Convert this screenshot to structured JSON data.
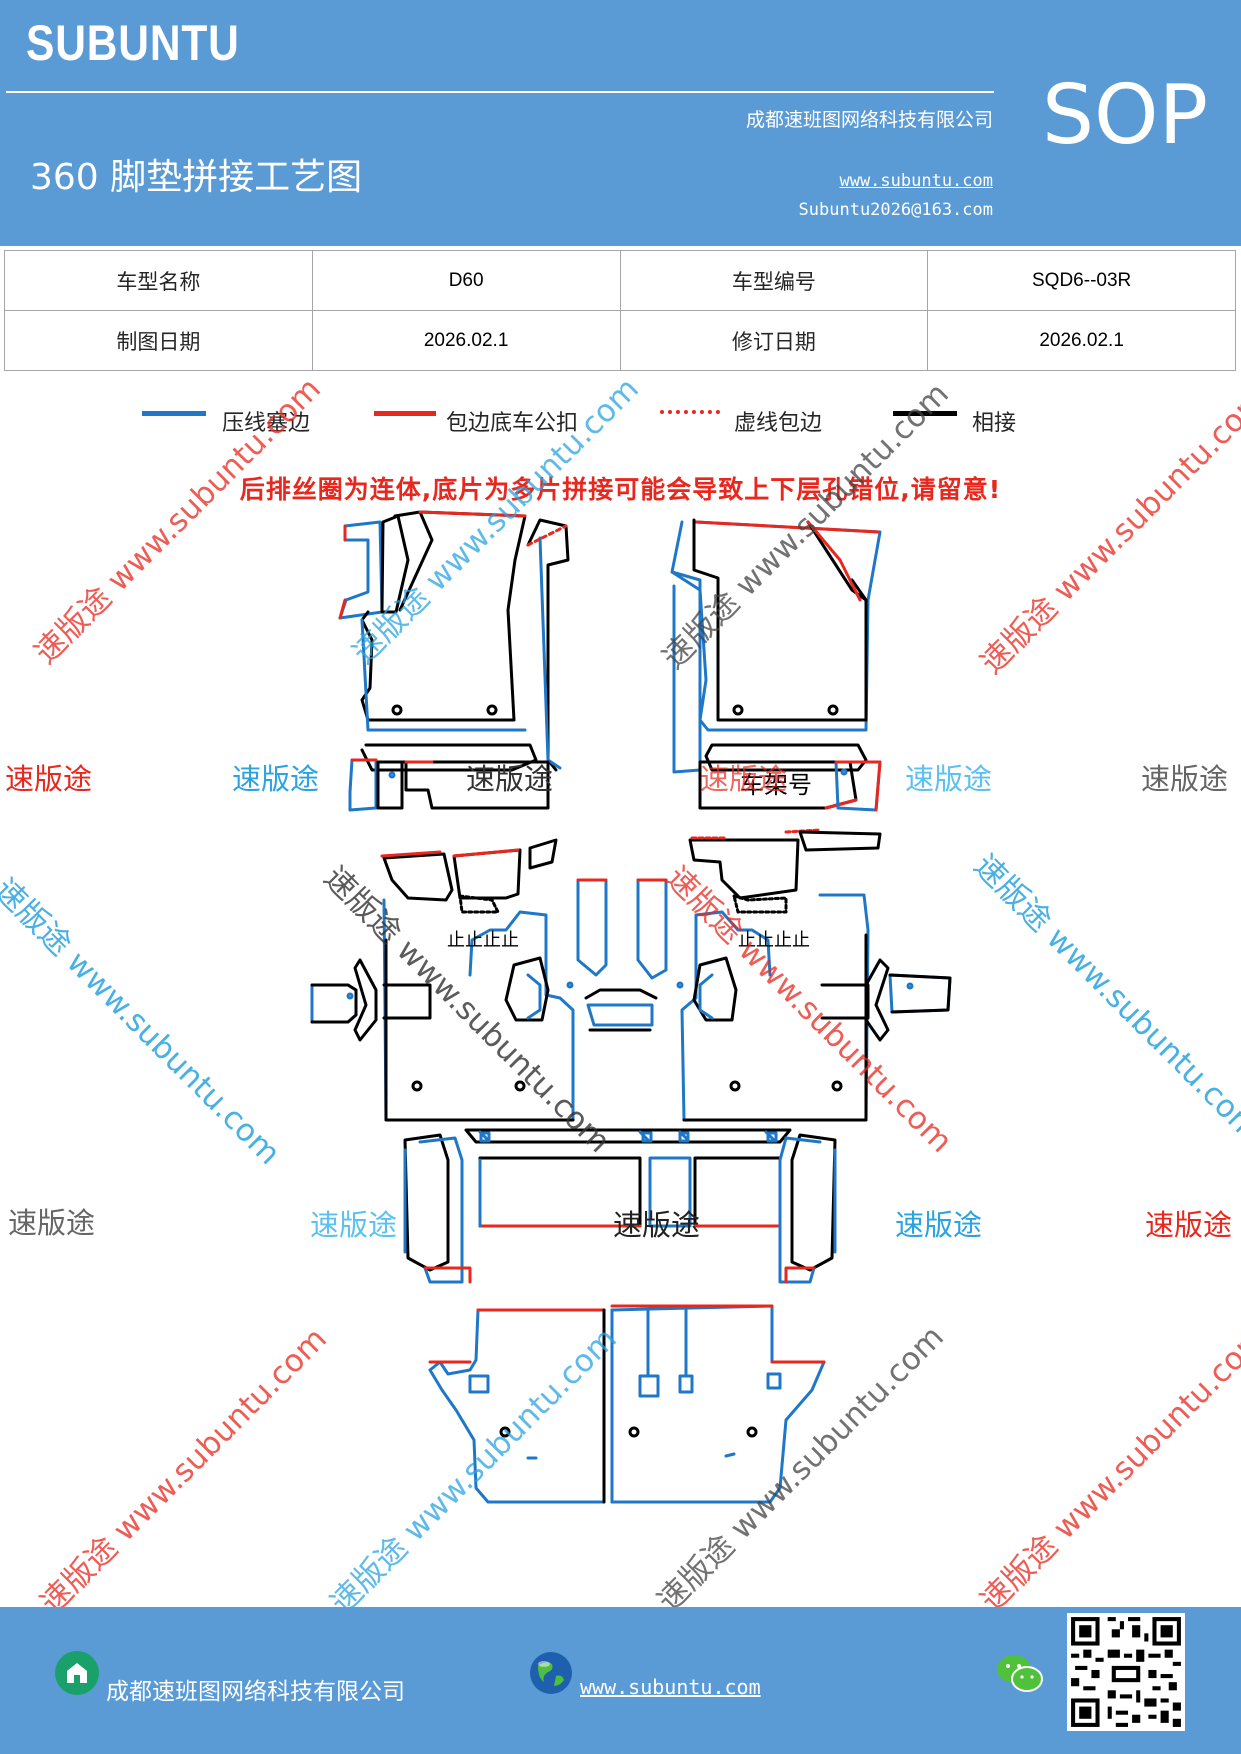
{
  "header": {
    "brand": "SUBUNTU",
    "title": "360 脚垫拼接工艺图",
    "company": "成都速班图网络科技有限公司",
    "website": "www.subuntu.com",
    "email": "Subuntu2026@163.com",
    "sop": "SOP"
  },
  "info_table": {
    "rows": [
      [
        "车型名称",
        "D60",
        "车型编号",
        "SQD6--03R"
      ],
      [
        "制图日期",
        "2026.02.1",
        "修订日期",
        "2026.02.1"
      ]
    ]
  },
  "legend": [
    {
      "label": "压线塞边",
      "color": "#1f77c8",
      "style": "solid"
    },
    {
      "label": "包边底车公扣",
      "color": "#e8281e",
      "style": "solid"
    },
    {
      "label": "虚线包边",
      "color": "#e8281e",
      "style": "dotted"
    },
    {
      "label": "相接",
      "color": "#000000",
      "style": "solid"
    }
  ],
  "warning": "后排丝圈为连体,底片为多片拼接可能会导致上下层孔错位,请留意!",
  "diagram_labels": {
    "vin": "车架号",
    "marks": "止止止止"
  },
  "watermarks": {
    "short": "速版途",
    "long": "速版途 www.subuntu.com"
  },
  "footer": {
    "company": "成都速班图网络科技有限公司",
    "website": "www.subuntu.com"
  },
  "colors": {
    "header_bg": "#5b9bd5",
    "blue_line": "#1f77c8",
    "red_line": "#e8281e",
    "black_line": "#000000"
  }
}
